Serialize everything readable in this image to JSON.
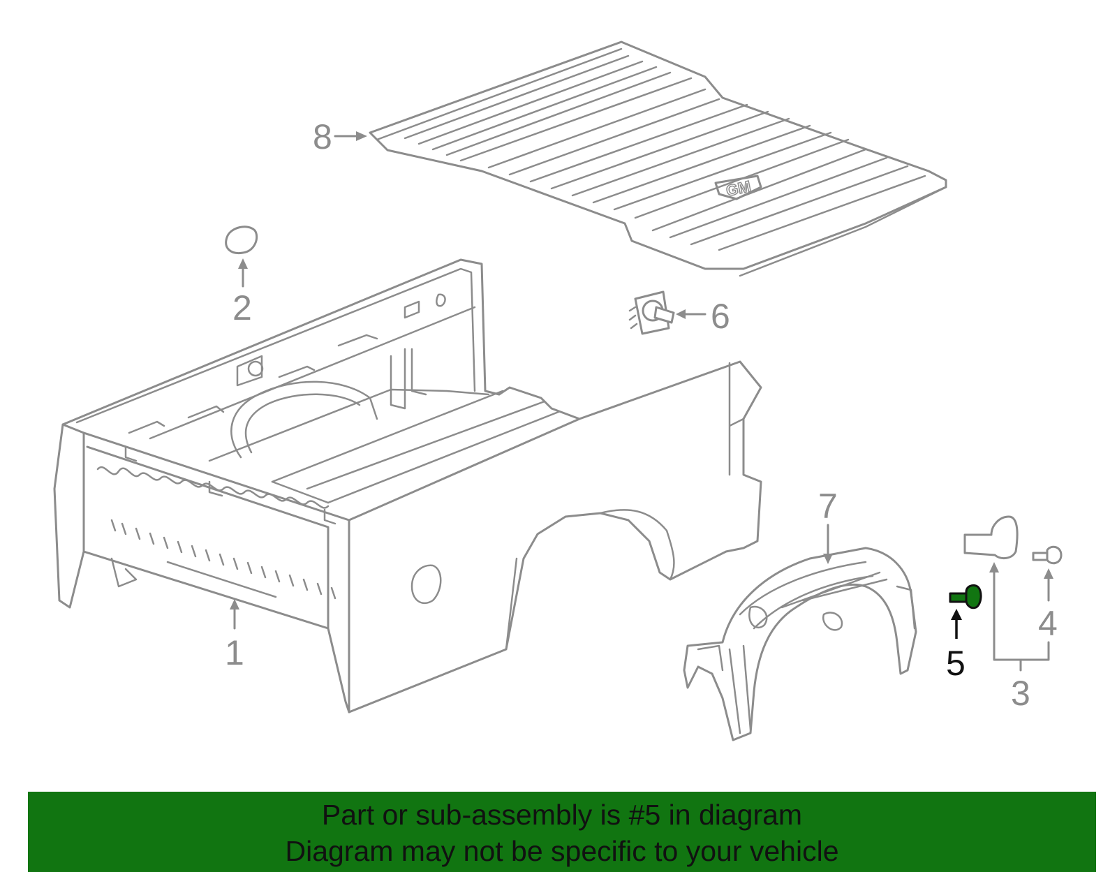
{
  "diagram": {
    "callouts": [
      {
        "id": "1",
        "label": "1"
      },
      {
        "id": "2",
        "label": "2"
      },
      {
        "id": "3",
        "label": "3"
      },
      {
        "id": "4",
        "label": "4"
      },
      {
        "id": "5",
        "label": "5",
        "highlighted": true
      },
      {
        "id": "6",
        "label": "6"
      },
      {
        "id": "7",
        "label": "7"
      },
      {
        "id": "8",
        "label": "8"
      }
    ],
    "logo_text": "GM",
    "colors": {
      "line": "#8c8c8c",
      "highlight_part": "#117511",
      "highlight_callout": "#111111",
      "banner_bg": "#117511"
    }
  },
  "banner": {
    "line1": "Part or sub-assembly is #5 in diagram",
    "line2": "Diagram may not be specific to your vehicle"
  }
}
